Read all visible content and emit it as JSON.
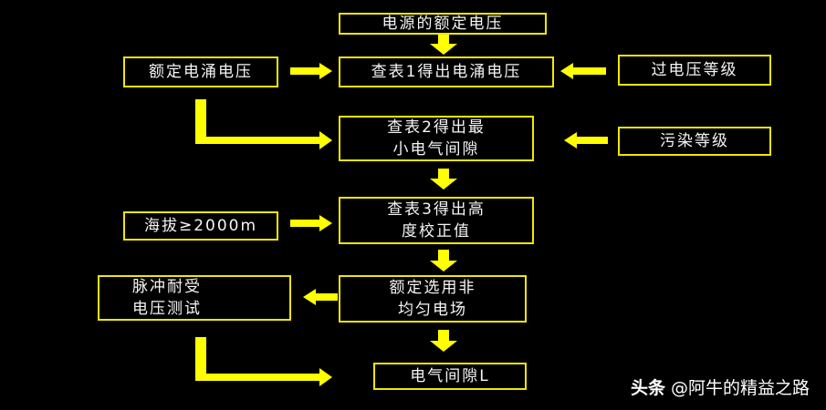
{
  "flowchart": {
    "rated_supply_voltage": "电源的额定电压",
    "rated_surge_voltage": "额定电涌电压",
    "table1_surge_voltage": "查表1得出电涌电压",
    "overvoltage_category": "过电压等级",
    "table2_min_clearance": [
      "查表2得出最",
      "小电气间隙"
    ],
    "pollution_degree": "污染等级",
    "altitude": "海拔≥2000m",
    "table3_altitude_correction": [
      "查表3得出高",
      "度校正值"
    ],
    "impulse_withstand_test": [
      "脉冲耐受",
      "电压测试"
    ],
    "rated_inhomogeneous_field": [
      "额定选用非",
      "均匀电场"
    ],
    "electrical_clearance_l": "电气间隙L"
  },
  "colors": {
    "background": "#000000",
    "border": "#f0e800",
    "arrow": "#ffff00",
    "text": "#f5f5f5"
  },
  "watermark": {
    "brand": "头条",
    "account": "@阿牛的精益之路"
  }
}
